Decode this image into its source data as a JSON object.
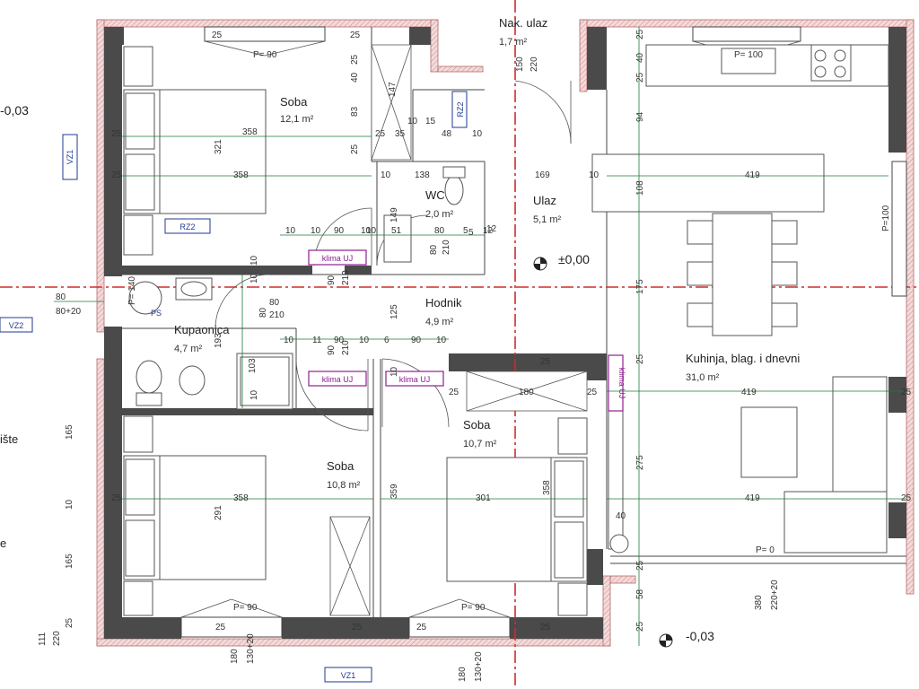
{
  "rooms": [
    {
      "name": "Soba",
      "area": "12,1 m²"
    },
    {
      "name": "Nak. ulaz",
      "area": "1,7 m²"
    },
    {
      "name": "WC",
      "area": "2,0 m²"
    },
    {
      "name": "Ulaz",
      "area": "5,1 m²"
    },
    {
      "name": "Kupaonica",
      "area": "4,7 m²"
    },
    {
      "name": "Hodnik",
      "area": "4,9 m²"
    },
    {
      "name": "Soba",
      "area": "10,8 m²"
    },
    {
      "name": "Soba",
      "area": "10,7 m²"
    },
    {
      "name": "Kuhinja, blag. i dnevni",
      "area": "31,0 m²"
    }
  ],
  "levels": {
    "entry": "±0,00",
    "left": "-0,03",
    "bottom": "-0,03"
  },
  "tags": {
    "vz1": "VZ1",
    "vz2": "VZ2",
    "rz2": "RZ2",
    "klima": "klima UJ",
    "ps": "PS"
  },
  "sill": {
    "p90": "P= 90",
    "p100": "P= 100",
    "p100v": "P=100",
    "p0": "P= 0",
    "p140": "P= 140"
  },
  "partial_labels": {
    "left1": "ište",
    "left2": "e"
  },
  "dims": {
    "d25": "25",
    "d40": "40",
    "d83": "83",
    "d147": "147",
    "d358": "358",
    "d321": "321",
    "d10": "10",
    "d35": "35",
    "d15": "15",
    "d48": "48",
    "d138": "138",
    "d149": "149",
    "d51": "51",
    "d80": "80",
    "d90": "90",
    "d5": "5",
    "d12": "12",
    "d210": "210",
    "d169": "169",
    "d94": "94",
    "d108": "108",
    "d419": "419",
    "d175": "175",
    "d80_20": "80+20",
    "d193": "193",
    "d103": "103",
    "d125": "125",
    "d11": "11",
    "d6": "6",
    "d180": "180",
    "d275": "275",
    "d291": "291",
    "d359": "359",
    "d301": "301",
    "d165": "165",
    "d111": "111",
    "d220": "220",
    "d130_20": "130+20",
    "d380": "380",
    "d220_20": "220+20",
    "d58": "58",
    "d150": "150",
    "d12b": "12"
  }
}
